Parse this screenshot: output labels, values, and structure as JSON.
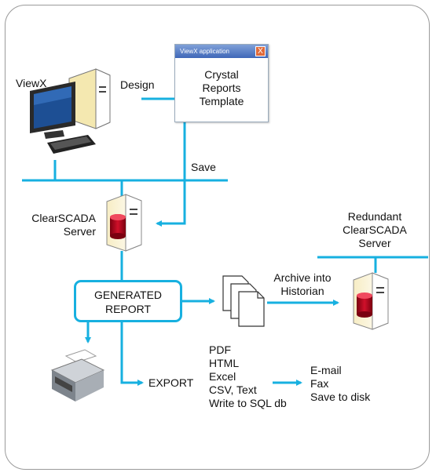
{
  "labels": {
    "viewx": "ViewX",
    "design": "Design",
    "save": "Save",
    "server": [
      "ClearSCADA",
      "Server"
    ],
    "redundant": [
      "Redundant",
      "ClearSCADA",
      "Server"
    ],
    "archive": [
      "Archive into",
      "Historian"
    ],
    "export": "EXPORT"
  },
  "window": {
    "title": "ViewX application",
    "close_glyph": "X",
    "body": [
      "Crystal",
      "Reports",
      "Template"
    ]
  },
  "generated_report": [
    "GENERATED",
    "REPORT"
  ],
  "export_formats": [
    "PDF",
    "HTML",
    "Excel",
    "CSV, Text",
    "Write to SQL db"
  ],
  "delivery_options": [
    "E-mail",
    "Fax",
    "Save to disk"
  ],
  "colors": {
    "connector": "#17b0e0",
    "frame": "#9a9a9a",
    "db_red": "#b3001b",
    "db_cream": "#f2e4a8"
  }
}
